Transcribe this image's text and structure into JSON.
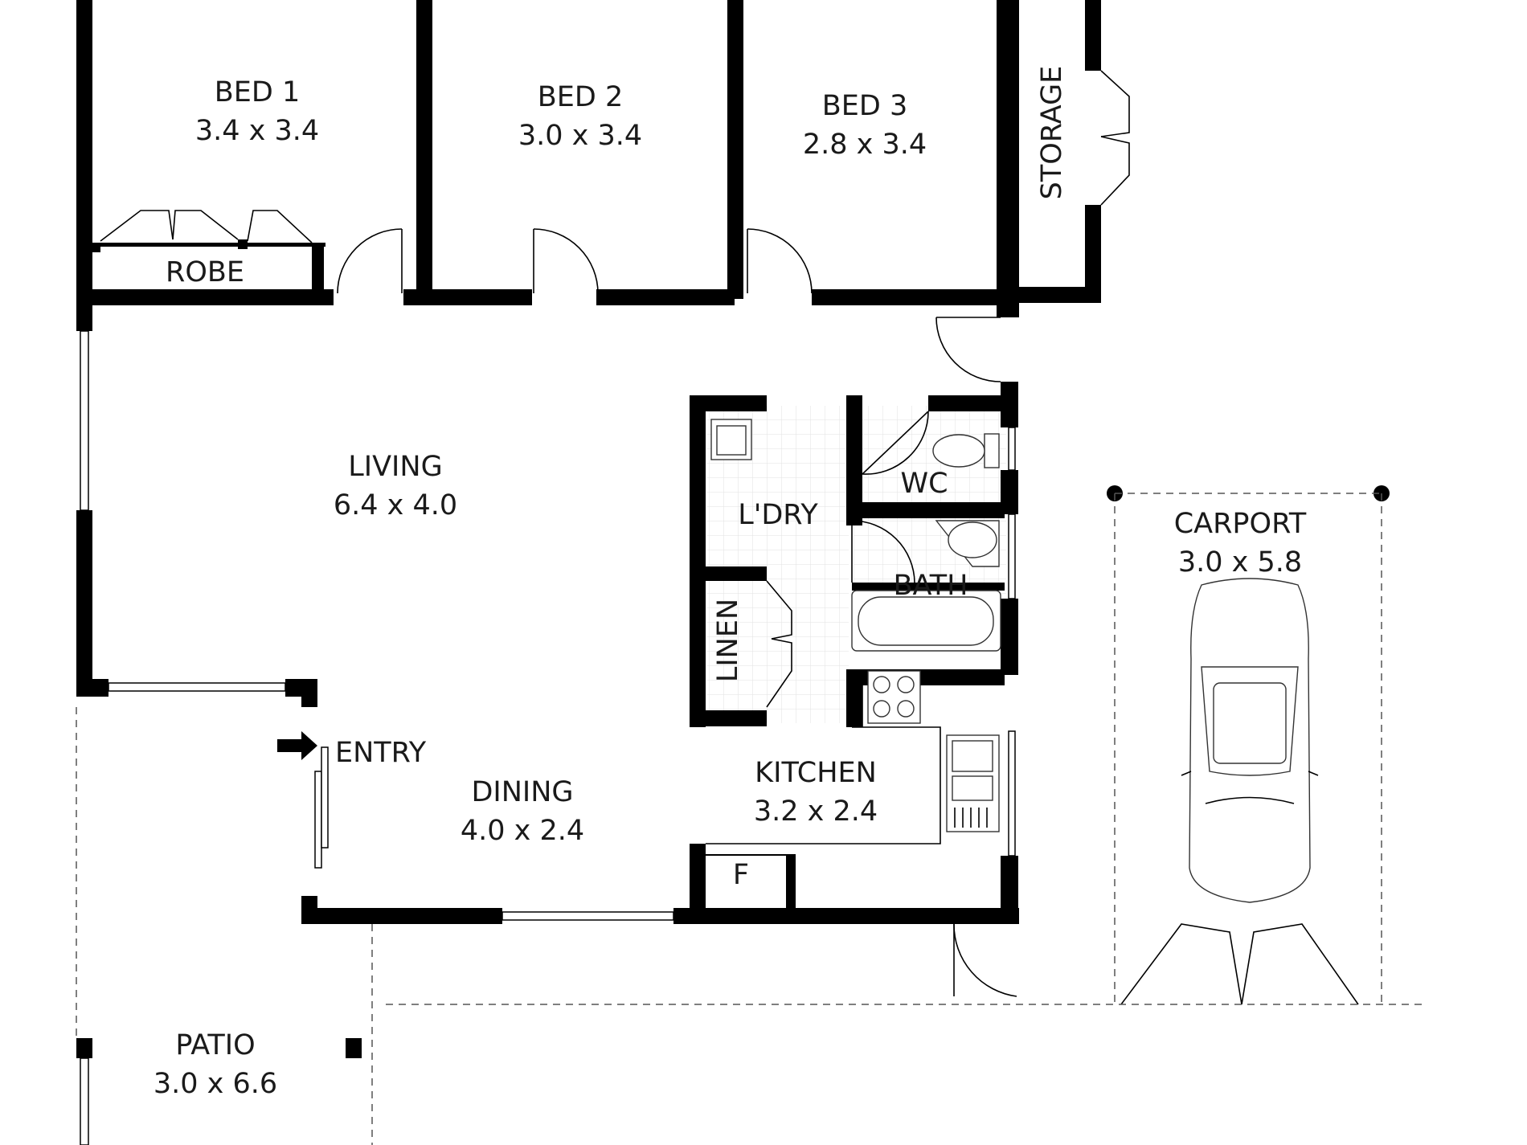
{
  "rooms": {
    "bed1": {
      "name": "BED 1",
      "size": "3.4 x 3.4"
    },
    "bed2": {
      "name": "BED 2",
      "size": "3.0 x 3.4"
    },
    "bed3": {
      "name": "BED 3",
      "size": "2.8 x 3.4"
    },
    "storage": {
      "name": "STORAGE"
    },
    "robe": {
      "name": "ROBE"
    },
    "living": {
      "name": "LIVING",
      "size": "6.4 x 4.0"
    },
    "laundry": {
      "name": "L'DRY"
    },
    "wc": {
      "name": "WC"
    },
    "bath": {
      "name": "BATH"
    },
    "linen": {
      "name": "LINEN"
    },
    "carport": {
      "name": "CARPORT",
      "size": "3.0 x 5.8"
    },
    "entry": {
      "name": "ENTRY"
    },
    "dining": {
      "name": "DINING",
      "size": "4.0 x 2.4"
    },
    "kitchen": {
      "name": "KITCHEN",
      "size": "3.2 x 2.4"
    },
    "fridge": {
      "name": "F"
    },
    "patio": {
      "name": "PATIO",
      "size": "3.0 x 6.6"
    }
  },
  "icons": {
    "entry_arrow": "arrow-right-icon",
    "car": "car-icon",
    "stove": "cooktop-icon",
    "sink": "sink-icon",
    "toilet": "toilet-icon",
    "bathtub": "bathtub-icon",
    "basin": "basin-icon",
    "laundry_tub": "laundry-tub-icon"
  },
  "colors": {
    "walls": "#000000",
    "background": "#ffffff",
    "text": "#1a1a1a"
  }
}
